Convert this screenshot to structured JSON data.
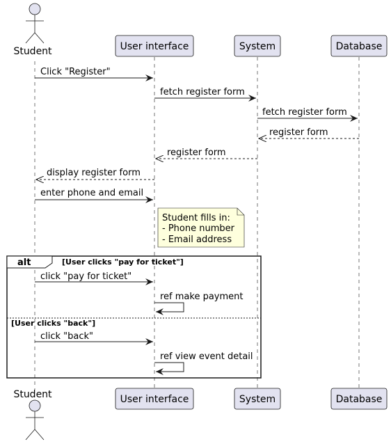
{
  "participants": {
    "student": "Student",
    "ui": "User interface",
    "system": "System",
    "database": "Database"
  },
  "messages": [
    "Click \"Register\"",
    "fetch register form",
    "fetch register form",
    "register form",
    "register form",
    "display register form",
    "enter phone and email"
  ],
  "note": {
    "lines": [
      "Student fills in:",
      "- Phone number",
      "- Email address"
    ]
  },
  "alt": {
    "keyword": "alt",
    "guard1": "[User clicks \"pay for ticket\"]",
    "msg_pay": "click \"pay for ticket\"",
    "ref_payment": "ref make payment",
    "guard2": "[User clicks \"back\"]",
    "msg_back": "click \"back\"",
    "ref_event": "ref view event detail"
  },
  "colors": {
    "participant_fill": "#E2E2F0",
    "participant_border": "#181818",
    "note_fill": "#FEFFDD",
    "lifeline": "#181818"
  }
}
